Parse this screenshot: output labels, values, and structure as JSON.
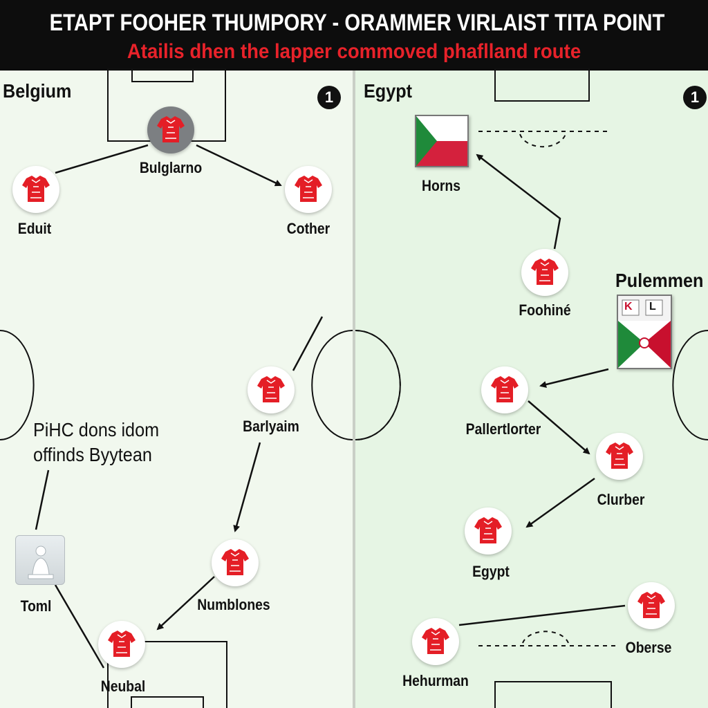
{
  "header": {
    "title": "ETAPT FOOHER THUMPORY - ORAMMER VIRLAIST TITA POINT",
    "subtitle": "Atailis dhen the lapper commoved phaflland route"
  },
  "colors": {
    "header_bg": "#0d0d0d",
    "title": "#ffffff",
    "subtitle": "#e8222a",
    "left_pitch": "#f1f8ee",
    "right_pitch": "#e6f5e4",
    "kit_red": "#e41e26"
  },
  "left_panel": {
    "team": "Belgium",
    "badge": "1",
    "note_lines": [
      "PiHC dons idom",
      "offinds Byytean"
    ],
    "players": [
      {
        "name": "Bulglarno",
        "icon": "red-kit-icon"
      },
      {
        "name": "Eduit",
        "icon": "red-kit-icon"
      },
      {
        "name": "Cother",
        "icon": "red-kit-icon"
      },
      {
        "name": "Barlyaim",
        "icon": "red-kit-icon"
      },
      {
        "name": "Numblones",
        "icon": "red-kit-icon"
      },
      {
        "name": "Neubal",
        "icon": "red-kit-icon"
      },
      {
        "name": "Toml",
        "icon": "statue-icon"
      }
    ]
  },
  "right_panel": {
    "team": "Egypt",
    "badge": "1",
    "callout": "Pulemmen",
    "callout_marks": [
      "K",
      "L"
    ],
    "players": [
      {
        "name": "Horns",
        "icon": "flag-icon"
      },
      {
        "name": "Foohiné",
        "icon": "red-kit-icon"
      },
      {
        "name": "Pallertlorter",
        "icon": "red-kit-icon"
      },
      {
        "name": "Clurber",
        "icon": "red-kit-icon"
      },
      {
        "name": "Egypt",
        "icon": "red-kit-icon"
      },
      {
        "name": "Oberse",
        "icon": "red-kit-icon"
      },
      {
        "name": "Hehurman",
        "icon": "red-kit-icon"
      }
    ]
  }
}
